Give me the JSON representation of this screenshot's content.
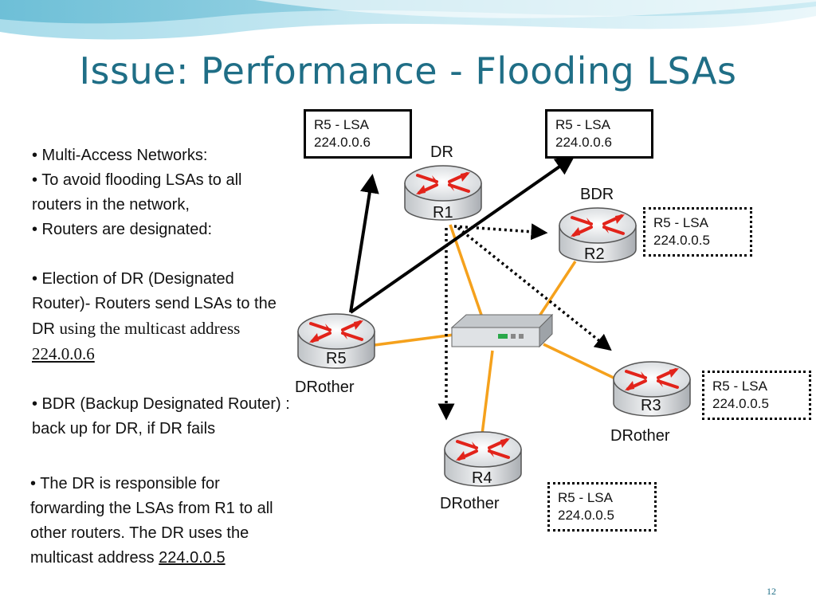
{
  "title": "Issue: Performance - Flooding LSAs",
  "bullets": {
    "b1": "•  Multi-Access Networks:",
    "b2": "• To avoid flooding LSAs to all routers in the network,",
    "b3": "•  Routers are designated:",
    "b4_prefix": "• Election of DR (Designated Router)- Routers send LSAs to the DR ",
    "b4_serif": "using the multicast address ",
    "b4_addr": "224.0.0.6",
    "b5": "• BDR (Backup Designated Router) : back up for DR, if DR fails",
    "b6_prefix": "• The DR is responsible for forwarding the LSAs from R1 to all other routers. The DR uses the multicast address ",
    "b6_addr": "224.0.0.5"
  },
  "routers": {
    "r1": {
      "name": "R1",
      "role": "DR"
    },
    "r2": {
      "name": "R2",
      "role": "BDR"
    },
    "r3": {
      "name": "R3",
      "role": "DRother"
    },
    "r4": {
      "name": "R4",
      "role": "DRother"
    },
    "r5": {
      "name": "R5",
      "role": "DRother"
    }
  },
  "lsa_boxes": {
    "to_dr_1": {
      "line1": "R5 - LSA",
      "line2": "224.0.0.6"
    },
    "to_dr_2": {
      "line1": "R5 - LSA",
      "line2": "224.0.0.6"
    },
    "to_r2": {
      "line1": "R5 - LSA",
      "line2": "224.0.0.5"
    },
    "to_r3": {
      "line1": "R5 - LSA",
      "line2": "224.0.0.5"
    },
    "to_r4": {
      "line1": "R5 - LSA",
      "line2": "224.0.0.5"
    }
  },
  "page_number": "12",
  "colors": {
    "title": "#1f6e86",
    "link": "#f5a11c",
    "router_red": "#e2231a",
    "wave": "#7cc8dc"
  }
}
